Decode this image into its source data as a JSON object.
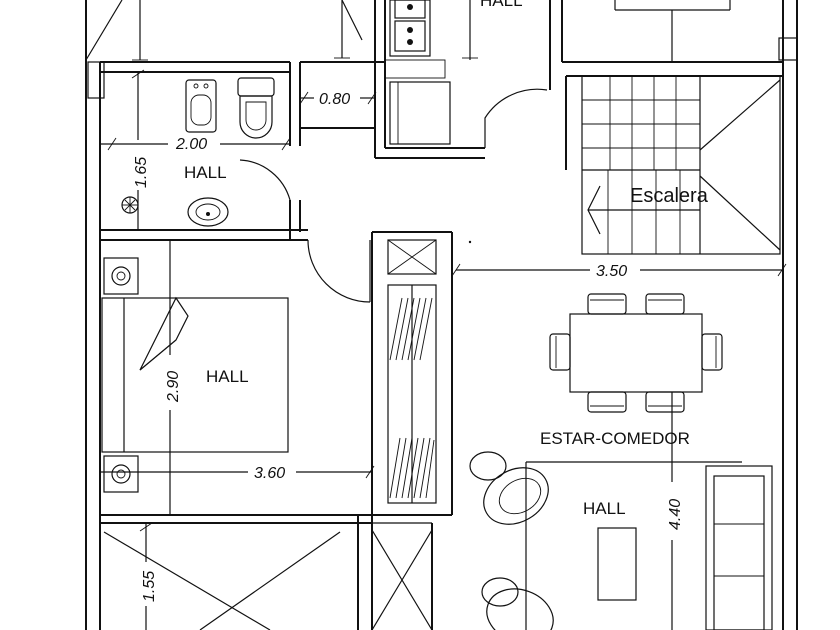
{
  "rooms": {
    "top_hall": "HALL",
    "bath_hall": "HALL",
    "bedroom_hall": "HALL",
    "living_hall": "HALL",
    "stair": "Escalera",
    "living": "ESTAR-COMEDOR"
  },
  "dimensions": {
    "bath_width": "2.00",
    "bath_height": "1.65",
    "passage": "0.80",
    "stair_width": "3.50",
    "bed_height": "2.90",
    "bed_width": "3.60",
    "living_height": "4.40",
    "bottom_height": "1.55"
  }
}
